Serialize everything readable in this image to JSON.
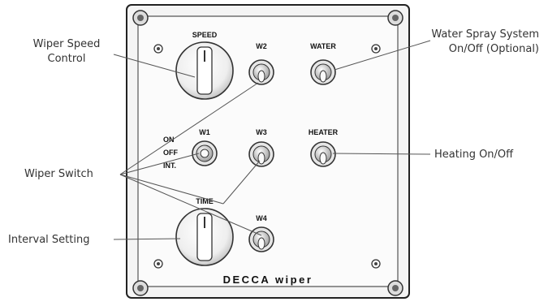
{
  "panel": {
    "brand": "DECCA wiper",
    "labels": {
      "speed": "SPEED",
      "w2": "W2",
      "water": "WATER",
      "on": "ON",
      "w1": "W1",
      "off": "OFF",
      "int": "INT.",
      "w3": "W3",
      "heater": "HEATER",
      "time": "TIME",
      "w4": "W4"
    }
  },
  "callouts": {
    "wiper_speed_1": "Wiper Speed",
    "wiper_speed_2": "Control",
    "water_spray_1": "Water Spray System",
    "water_spray_2": "On/Off (Optional)",
    "wiper_switch": "Wiper Switch",
    "heating": "Heating On/Off",
    "interval": "Interval Setting"
  },
  "colors": {
    "panel_border": "#222222",
    "callout_line": "#555555",
    "callout_text": "#333333"
  }
}
